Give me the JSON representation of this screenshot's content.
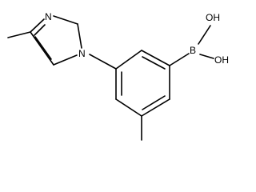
{
  "molecule": {
    "atoms": {
      "n_imine": "N",
      "n_ring": "N",
      "boron": "B",
      "oh_upper": "OH",
      "oh_lower": "OH"
    }
  }
}
